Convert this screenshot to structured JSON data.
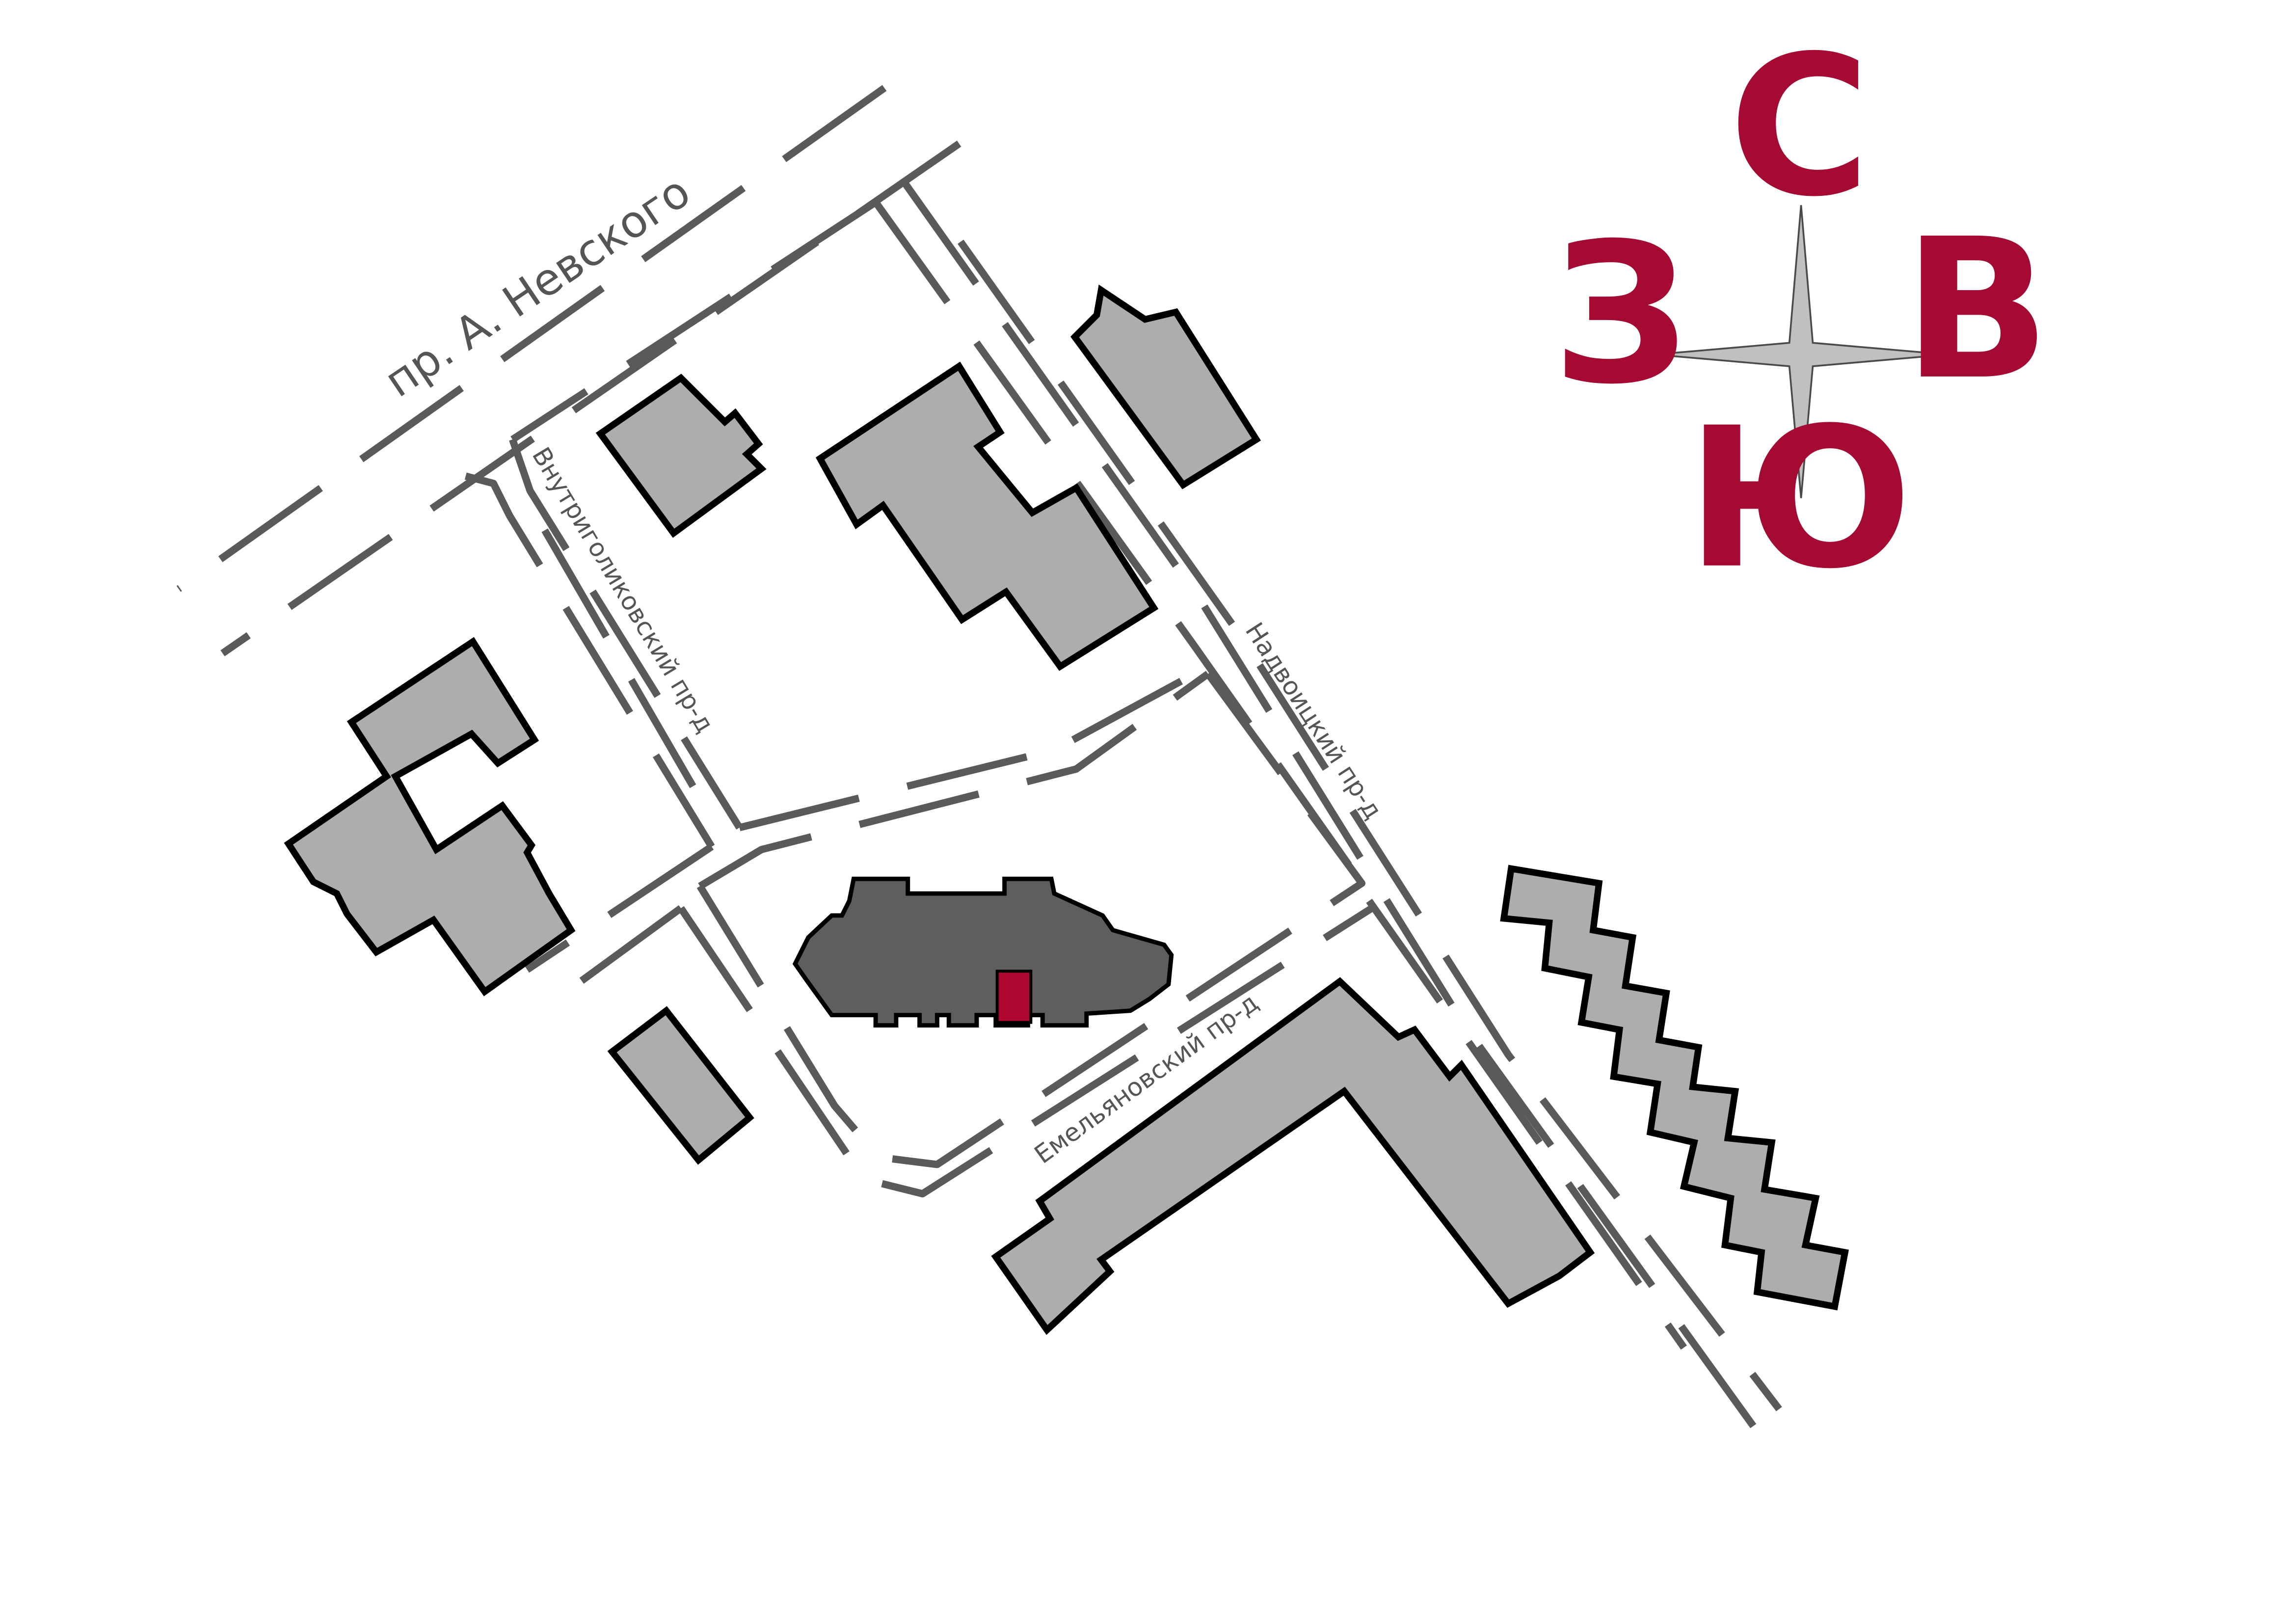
{
  "streets": {
    "nevsky": "пр. А. Невского",
    "vnutrigolikovsky": "Внутриголиковский пр-д",
    "nadvoitsky": "Надвоицкий пр-д",
    "emelyanovsky": "Емельяновский пр-д"
  },
  "compass": {
    "north": "С",
    "east": "В",
    "south": "Ю",
    "west": "З",
    "letter_color": "#a50a32",
    "star_color": "#c0c0c0"
  },
  "colors": {
    "target_building": "#5e5e5e",
    "highlight_section": "#b00730",
    "neighbor_building": "#adadad",
    "road_line": "#5a5a5a"
  }
}
